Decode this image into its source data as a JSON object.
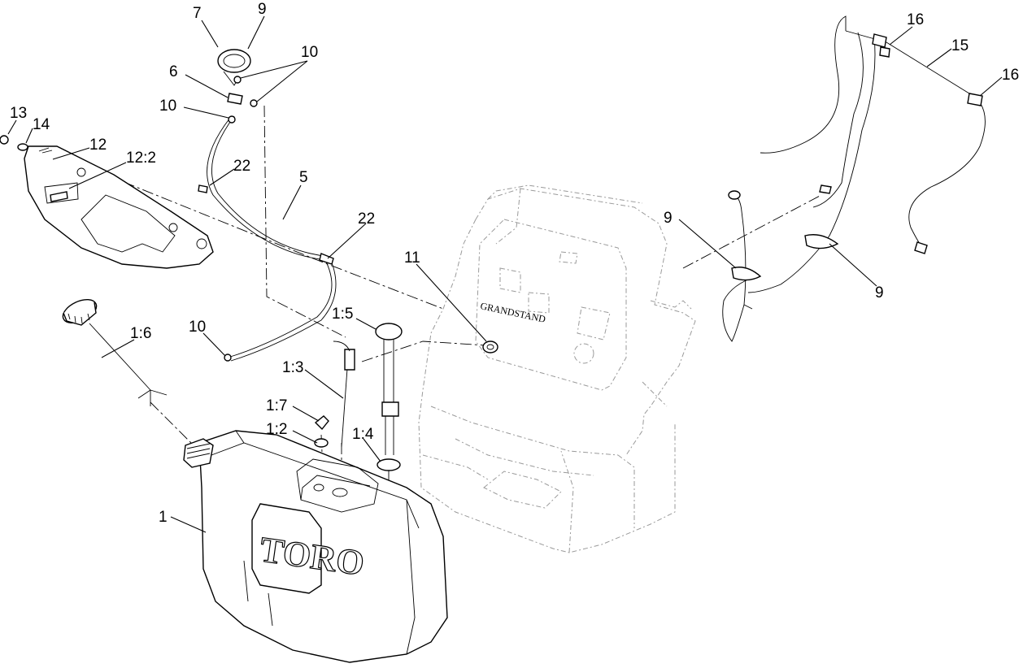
{
  "diagram": {
    "brand_logo": "TORO",
    "console_logo": "GRANDSTAND",
    "callouts": [
      "7",
      "9",
      "10",
      "6",
      "10",
      "13",
      "14",
      "12",
      "12:2",
      "22",
      "5",
      "22",
      "11",
      "10",
      "1:5",
      "1:6",
      "1:3",
      "1:7",
      "1:2",
      "1:4",
      "1",
      "16",
      "15",
      "16",
      "9",
      "9"
    ]
  }
}
